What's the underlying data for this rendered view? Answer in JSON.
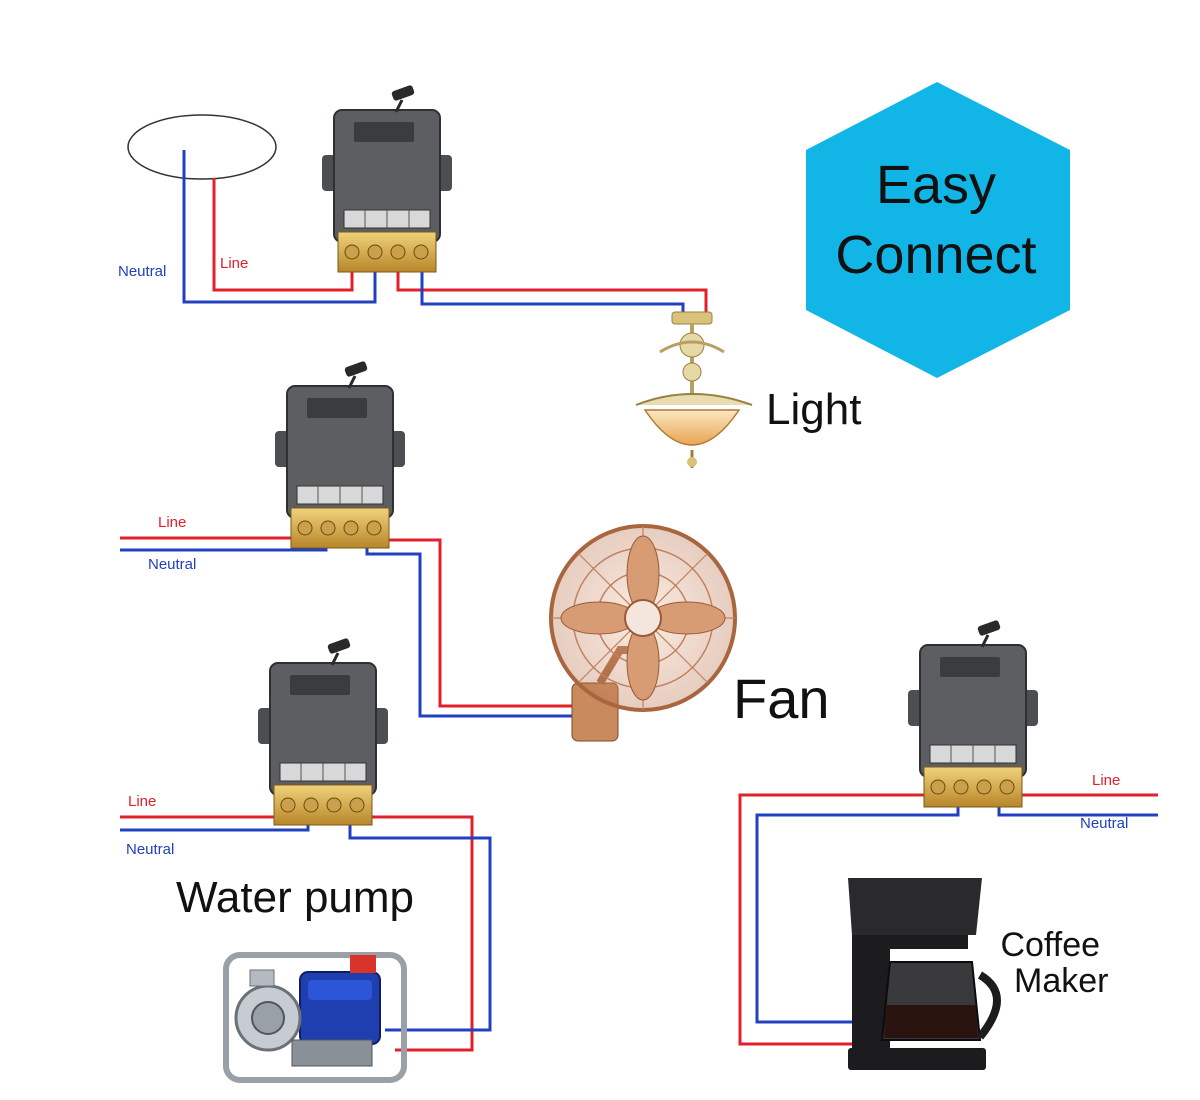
{
  "badge": {
    "line1": "Easy",
    "line2": "Connect",
    "color": "#12b6e6"
  },
  "wire_colors": {
    "line": "#e0202a",
    "neutral": "#2040c0"
  },
  "circuits": [
    {
      "id": "light",
      "line_label": "Line",
      "neutral_label": "Neutral",
      "appliance": "Light"
    },
    {
      "id": "fan",
      "line_label": "Line",
      "neutral_label": "Neutral",
      "appliance": "Fan"
    },
    {
      "id": "pump",
      "line_label": "Line",
      "neutral_label": "Neutral",
      "appliance": "Water pump"
    },
    {
      "id": "coffee",
      "line_label": "Line",
      "neutral_label": "Neutral",
      "appliance_line1": "Coffee",
      "appliance_line2": "Maker"
    }
  ],
  "icons": [
    "remote-switch-module-icon",
    "chandelier-icon",
    "wall-fan-icon",
    "water-pump-icon",
    "coffee-maker-icon"
  ]
}
